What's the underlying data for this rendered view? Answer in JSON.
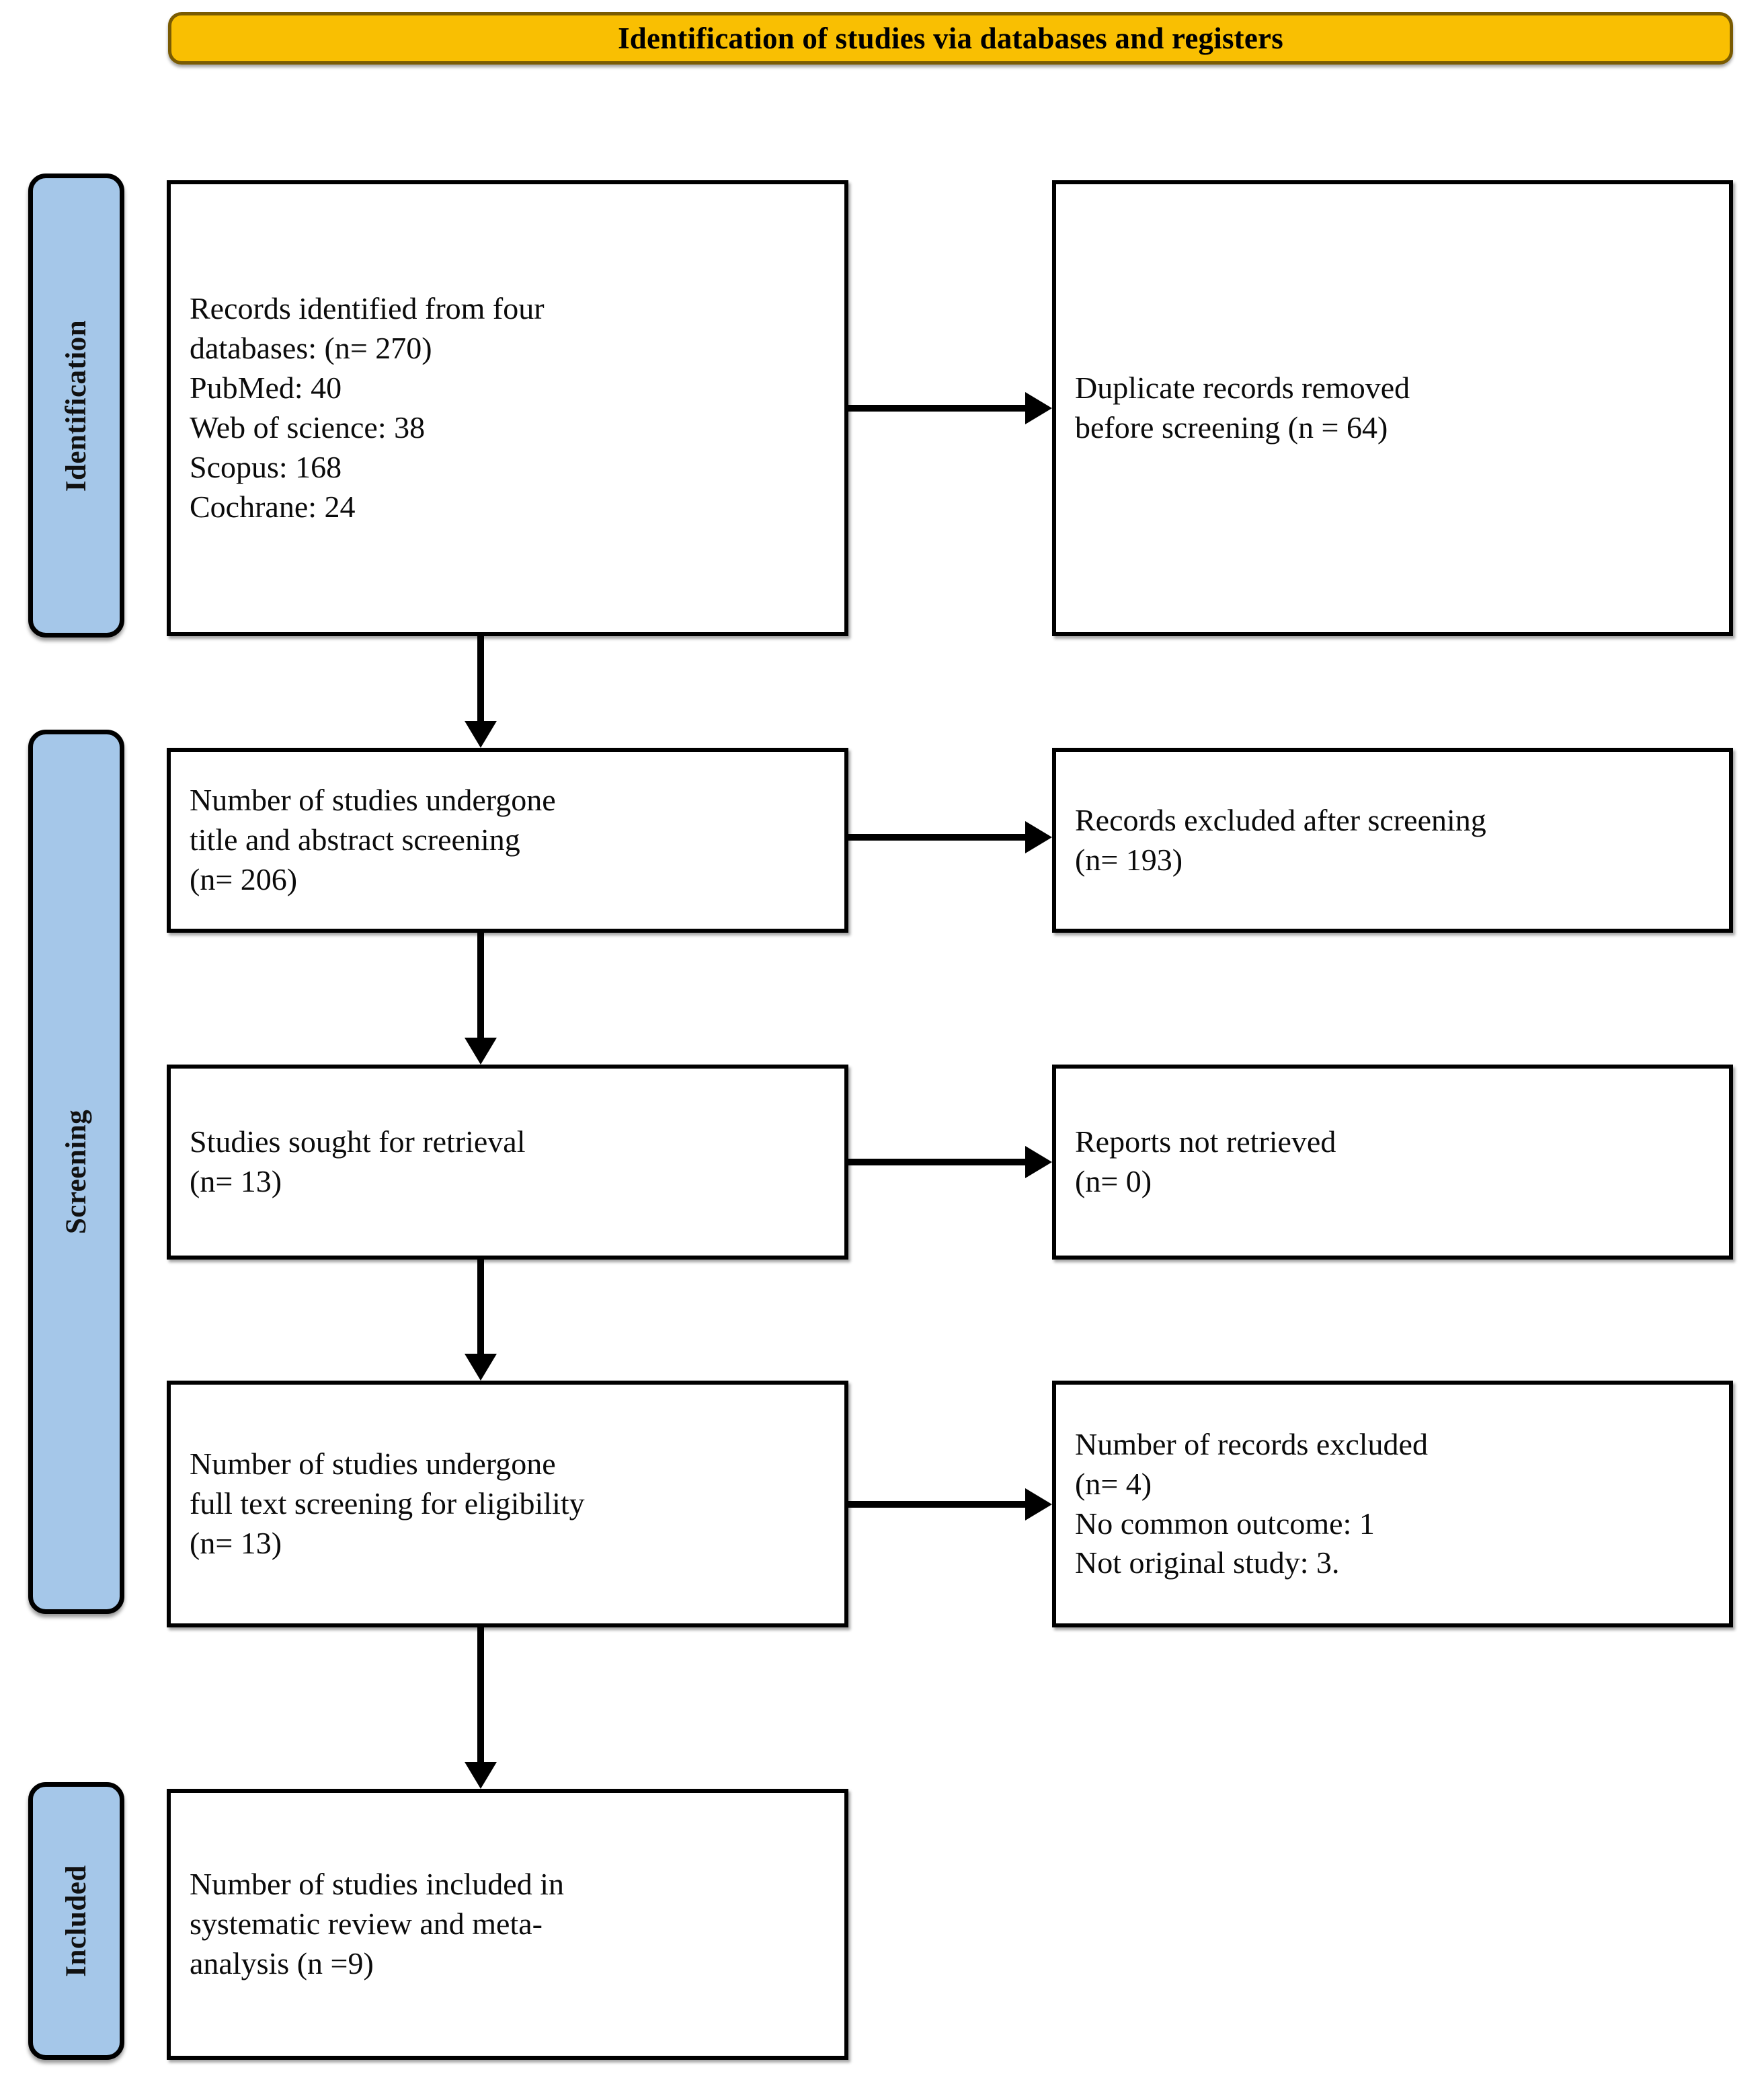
{
  "banner": {
    "title": "Identification of studies via databases and registers",
    "fill_color": "#F9BF02",
    "border_color": "#7A5B02"
  },
  "stages": [
    {
      "id": "identification",
      "label": "Identification"
    },
    {
      "id": "screening",
      "label": "Screening"
    },
    {
      "id": "included",
      "label": "Included"
    }
  ],
  "stage_pill_color": "#A5C7E9",
  "boxes": {
    "records_identified": {
      "lines": [
        "Records identified from four",
        "databases: (n= 270)",
        "PubMed: 40",
        "Web of science: 38",
        "Scopus: 168",
        "Cochrane: 24"
      ]
    },
    "duplicates_removed": {
      "lines": [
        "Duplicate records removed",
        "before screening (n = 64)"
      ]
    },
    "title_abstract_screening": {
      "lines": [
        "Number of studies undergone",
        "title and abstract screening",
        "(n= 206)"
      ]
    },
    "records_excluded_screening": {
      "lines": [
        "Records excluded after screening",
        "(n= 193)"
      ]
    },
    "sought_for_retrieval": {
      "lines": [
        "Studies sought for retrieval",
        "(n= 13)"
      ]
    },
    "reports_not_retrieved": {
      "lines": [
        "Reports not retrieved",
        "(n= 0)"
      ]
    },
    "full_text_screening": {
      "lines": [
        "Number of studies undergone",
        "full text screening for eligibility",
        "(n= 13)"
      ]
    },
    "records_excluded_fulltext": {
      "lines": [
        "Number of records excluded",
        "(n= 4)",
        "No common outcome: 1",
        "Not original study: 3."
      ]
    },
    "studies_included": {
      "lines": [
        "Number of studies included in",
        "systematic review and meta-",
        "analysis (n =9)"
      ]
    }
  },
  "chart_data": {
    "type": "diagram",
    "title": "Identification of studies via databases and registers",
    "nodes": [
      {
        "id": "records_identified",
        "stage": "Identification",
        "column": "left",
        "n": 270,
        "breakdown": {
          "PubMed": 40,
          "Web of science": 38,
          "Scopus": 168,
          "Cochrane": 24
        }
      },
      {
        "id": "duplicates_removed",
        "stage": "Identification",
        "column": "right",
        "n": 64
      },
      {
        "id": "title_abstract_screening",
        "stage": "Screening",
        "column": "left",
        "n": 206
      },
      {
        "id": "records_excluded_screening",
        "stage": "Screening",
        "column": "right",
        "n": 193
      },
      {
        "id": "sought_for_retrieval",
        "stage": "Screening",
        "column": "left",
        "n": 13
      },
      {
        "id": "reports_not_retrieved",
        "stage": "Screening",
        "column": "right",
        "n": 0
      },
      {
        "id": "full_text_screening",
        "stage": "Screening",
        "column": "left",
        "n": 13
      },
      {
        "id": "records_excluded_fulltext",
        "stage": "Screening",
        "column": "right",
        "n": 4,
        "breakdown": {
          "No common outcome": 1,
          "Not original study": 3
        }
      },
      {
        "id": "studies_included",
        "stage": "Included",
        "column": "left",
        "n": 9
      }
    ],
    "edges": [
      {
        "from": "records_identified",
        "to": "duplicates_removed",
        "direction": "right"
      },
      {
        "from": "records_identified",
        "to": "title_abstract_screening",
        "direction": "down"
      },
      {
        "from": "title_abstract_screening",
        "to": "records_excluded_screening",
        "direction": "right"
      },
      {
        "from": "title_abstract_screening",
        "to": "sought_for_retrieval",
        "direction": "down"
      },
      {
        "from": "sought_for_retrieval",
        "to": "reports_not_retrieved",
        "direction": "right"
      },
      {
        "from": "sought_for_retrieval",
        "to": "full_text_screening",
        "direction": "down"
      },
      {
        "from": "full_text_screening",
        "to": "records_excluded_fulltext",
        "direction": "right"
      },
      {
        "from": "full_text_screening",
        "to": "studies_included",
        "direction": "down"
      }
    ]
  }
}
